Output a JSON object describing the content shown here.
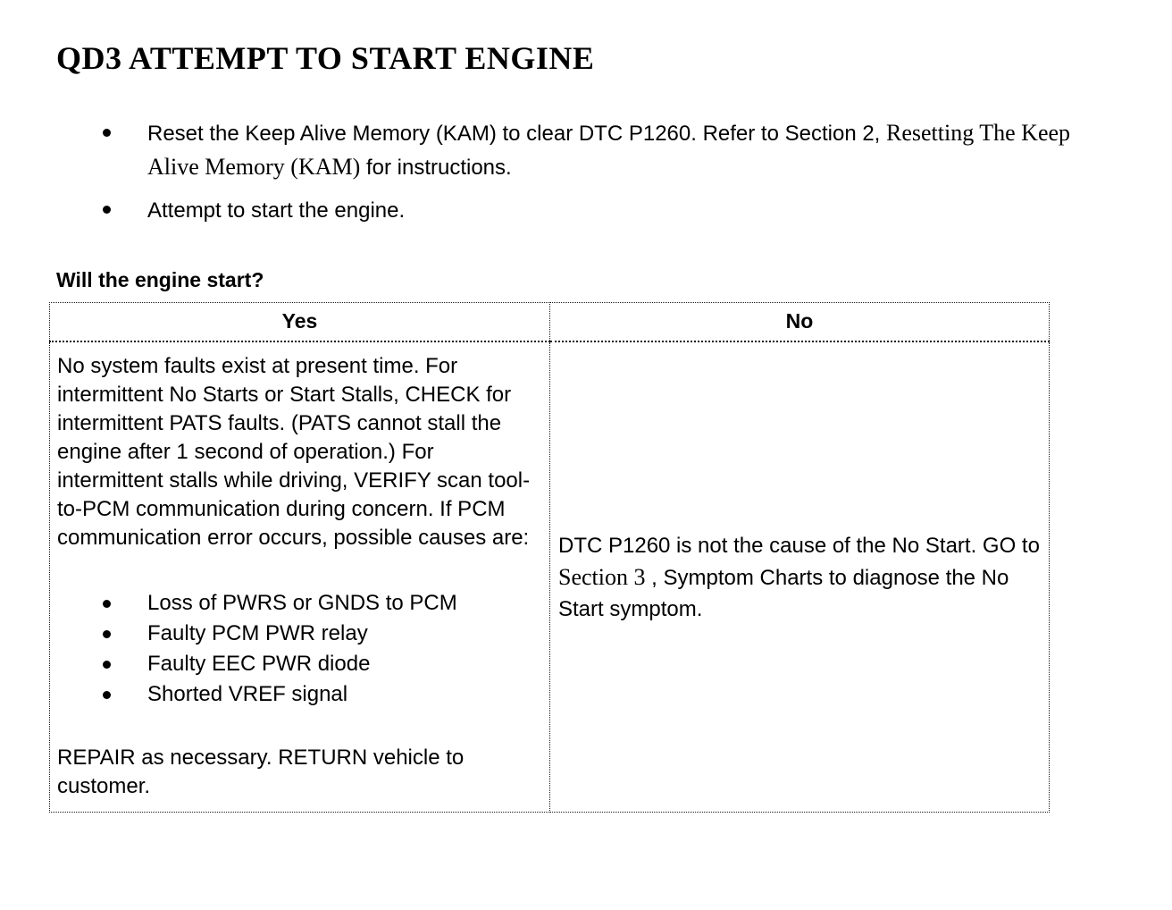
{
  "doc": {
    "title": "QD3 ATTEMPT TO START ENGINE",
    "bullets": [
      {
        "pre": "Reset the Keep Alive Memory (KAM) to clear DTC P1260. Refer to Section 2, ",
        "ref": "Resetting The Keep Alive Memory (KAM)",
        "post": " for instructions."
      },
      {
        "pre": "Attempt to start the engine.",
        "ref": "",
        "post": ""
      }
    ],
    "question": "Will the engine start?",
    "table": {
      "header_yes": "Yes",
      "header_no": "No",
      "yes": {
        "paragraph": "No system faults exist at present time. For intermittent No Starts or Start Stalls, CHECK for intermittent PATS faults. (PATS cannot stall the engine after 1 second of operation.) For intermittent stalls while driving, VERIFY scan tool-to-PCM communication during concern. If PCM communication error occurs, possible causes are:",
        "bullets": [
          "Loss of PWRS or GNDS to PCM",
          "Faulty PCM PWR relay",
          "Faulty EEC PWR diode",
          "Shorted VREF signal"
        ],
        "footer": "REPAIR as necessary. RETURN vehicle to customer."
      },
      "no": {
        "pre": "DTC P1260 is not the cause of the No Start. GO to ",
        "ref": "Section 3",
        "post": " , Symptom Charts to diagnose the No Start symptom."
      }
    }
  }
}
